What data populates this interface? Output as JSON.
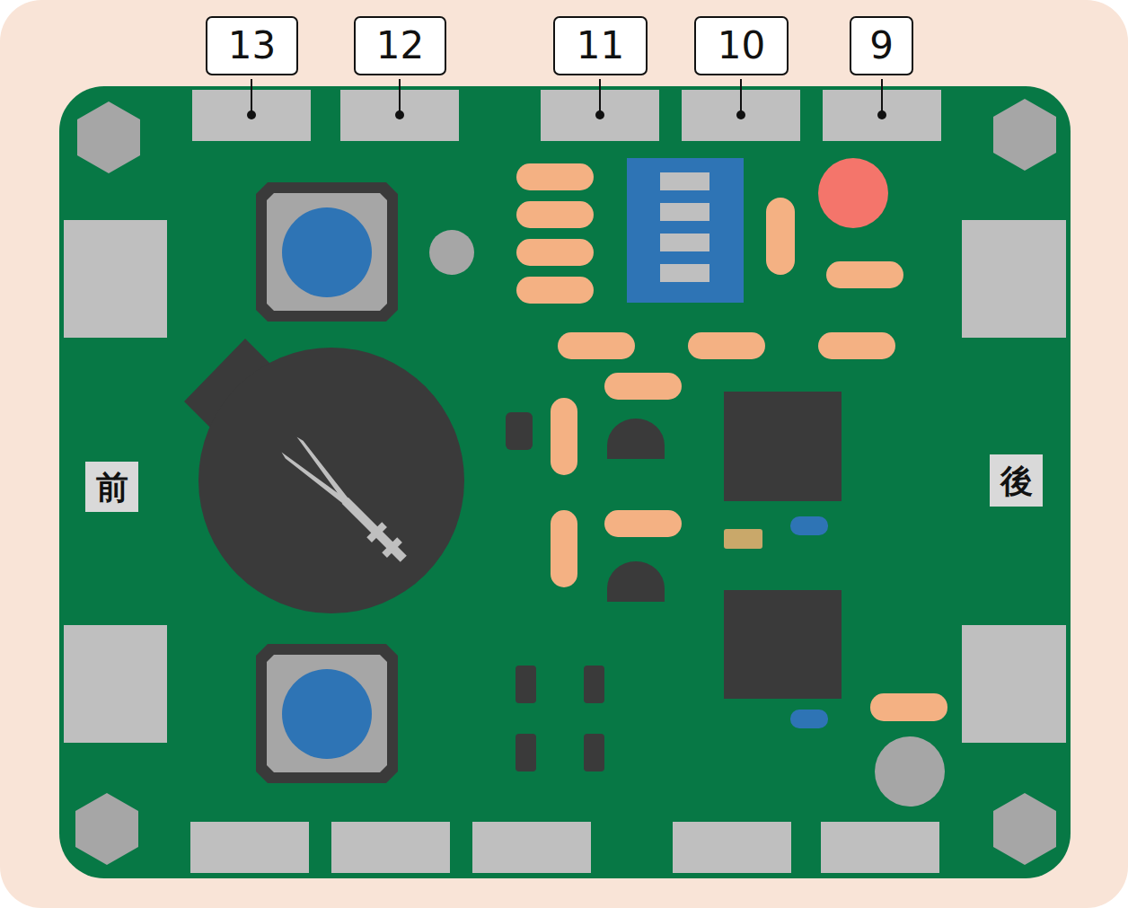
{
  "diagram": {
    "labels": [
      "13",
      "12",
      "11",
      "10",
      "9",
      "前",
      "後"
    ]
  }
}
